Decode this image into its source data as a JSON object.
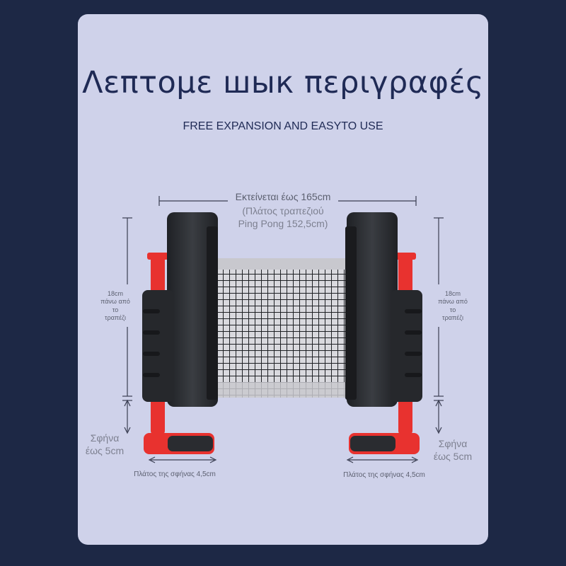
{
  "header": {
    "title": "Λεπτομε шык περιγραφές",
    "subtitle": "FREE EXPANSION AND EASYTO USE"
  },
  "dimensions": {
    "length_label": "Εκτείνεται έως 165cm",
    "length_note_line1": "(Πλάτος τραπεζιού",
    "length_note_line2": "Ping Pong 152,5cm)",
    "height_left_line1": "18cm",
    "height_left_line2": "πάνω από",
    "height_left_line3": "το",
    "height_left_line4": "τραπέζι",
    "height_right_line1": "18cm",
    "height_right_line2": "πάνω από",
    "height_right_line3": "το",
    "height_right_line4": "τραπέζι",
    "wedge_left_line1": "Σφήνα",
    "wedge_left_line2": "έως 5cm",
    "wedge_right_line1": "Σφήνα",
    "wedge_right_line2": "έως 5cm",
    "clamp_width_left": "Πλάτος της σφήνας 4,5cm",
    "clamp_width_right": "Πλάτος της σφήνας 4,5cm"
  },
  "colors": {
    "background": "#1d2845",
    "card": "#cfd2ea",
    "post": "#2a2c30",
    "clamp": "#e8322f",
    "net": "#1e2024"
  }
}
